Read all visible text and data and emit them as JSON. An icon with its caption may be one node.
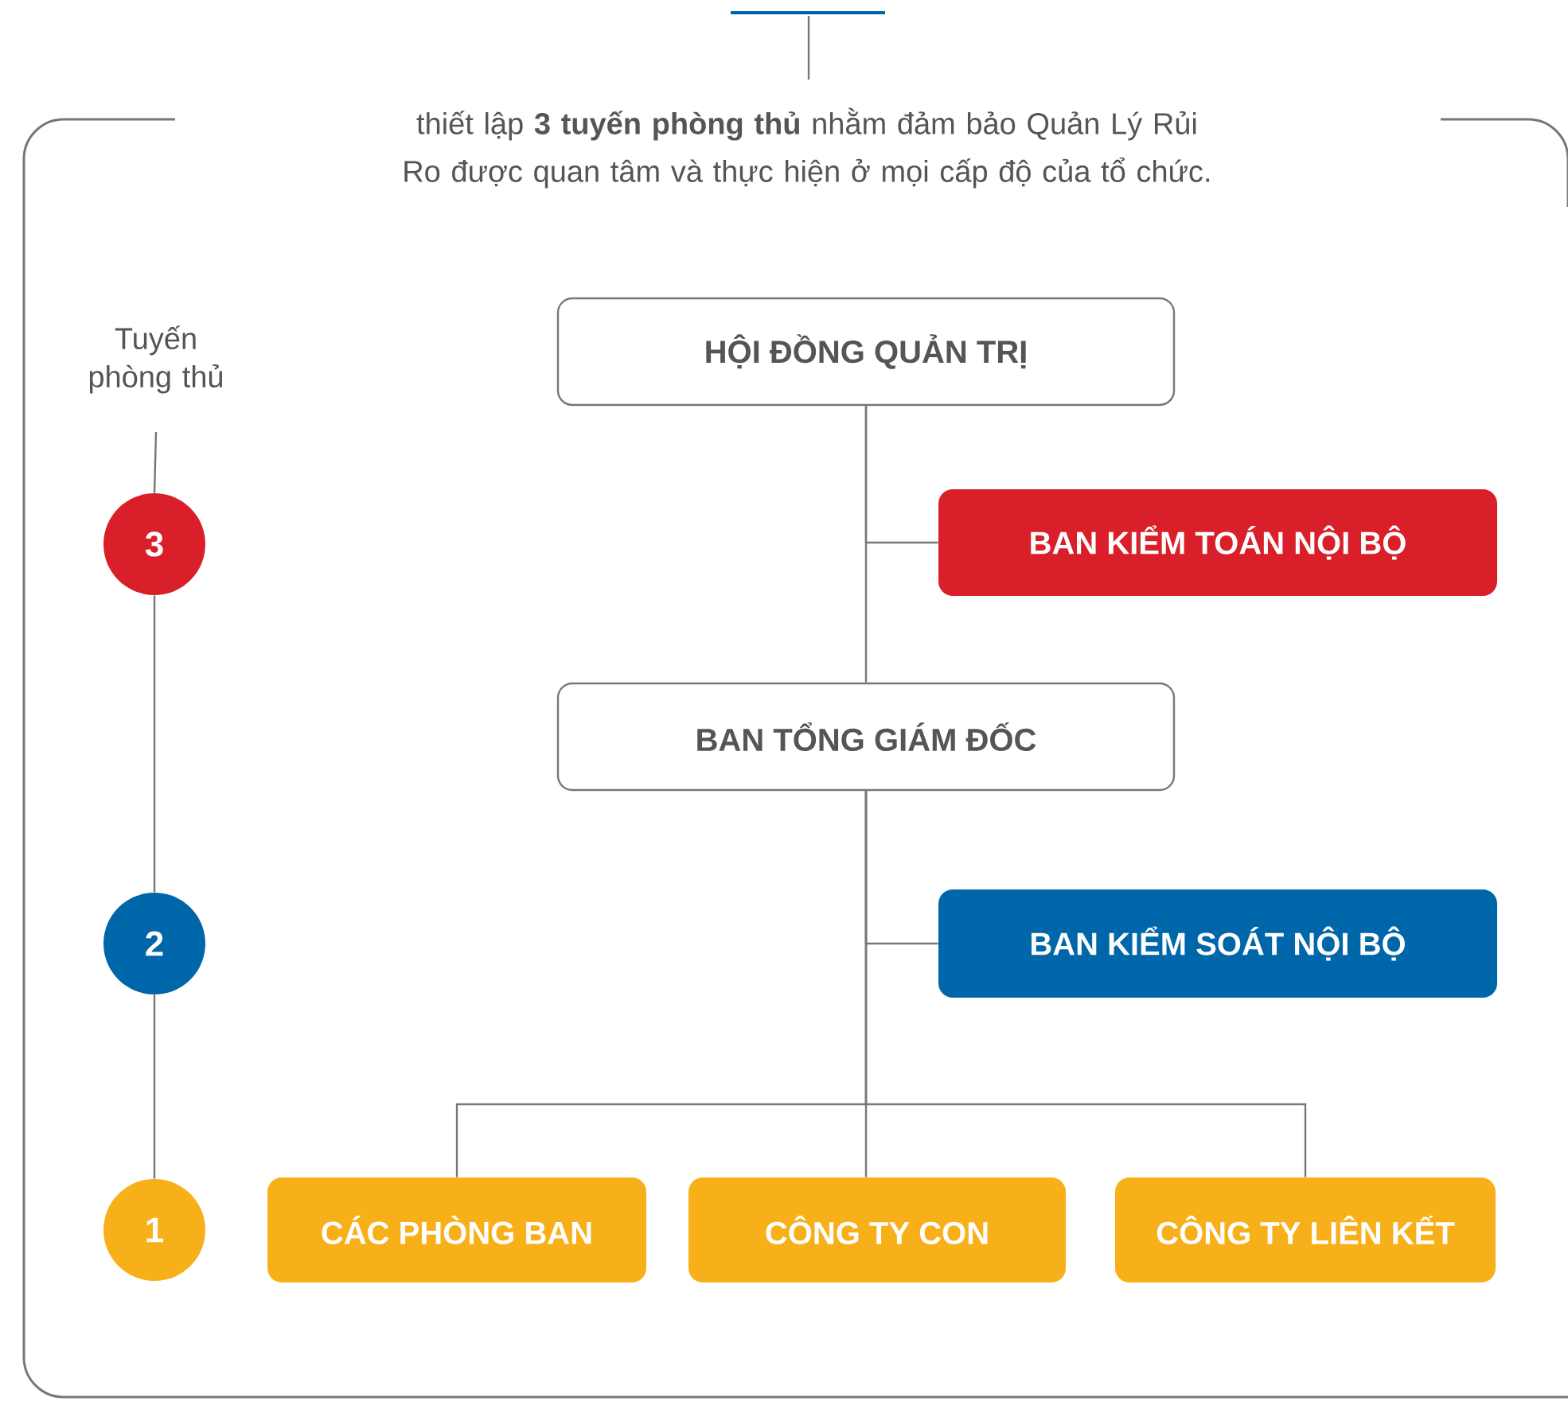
{
  "diagram": {
    "title": "thiết lập **3 tuyến phòng thủ** nhằm đảm bảo Quản Lý Rủi Ro được quan tâm và thực hiện ở mọi cấp độ của tổ chức.",
    "nodes": [
      {
        "text": [
          "Tuyến phòng thủ"
        ]
      },
      {
        "text": [
          "HỘI ĐỒNG QUẢN TRỊ"
        ]
      },
      {
        "text": [
          "3"
        ]
      },
      {
        "text": [
          "BAN  KIỂM TOÁN NỘI BỘ"
        ]
      },
      {
        "text": [
          "BAN TỔNG GIÁM ĐỐC"
        ]
      },
      {
        "text": [
          "2"
        ]
      },
      {
        "text": [
          "BAN KIỂM SOÁT NỘI BỘ"
        ]
      },
      {
        "text": [
          "1"
        ]
      },
      {
        "text": [
          "CÁC PHÒNG BAN"
        ]
      },
      {
        "text": [
          "CÔNG TY CON"
        ]
      },
      {
        "text": [
          "CÔNG TY LIÊN KẾT"
        ]
      }
    ],
    "edges": [
      {
        "from": 0,
        "to": 2,
        "arrow": "none"
      },
      {
        "from": 2,
        "to": 5,
        "arrow": "none"
      },
      {
        "from": 5,
        "to": 7,
        "arrow": "none"
      },
      {
        "from": 1,
        "to": 4,
        "arrow": "none"
      },
      {
        "from": 1,
        "to": 3,
        "arrow": "none"
      },
      {
        "from": 4,
        "to": 6,
        "arrow": "none"
      },
      {
        "from": 4,
        "to": 8,
        "arrow": "none"
      },
      {
        "from": 4,
        "to": 9,
        "arrow": "none"
      },
      {
        "from": 4,
        "to": 10,
        "arrow": "none"
      }
    ]
  }
}
